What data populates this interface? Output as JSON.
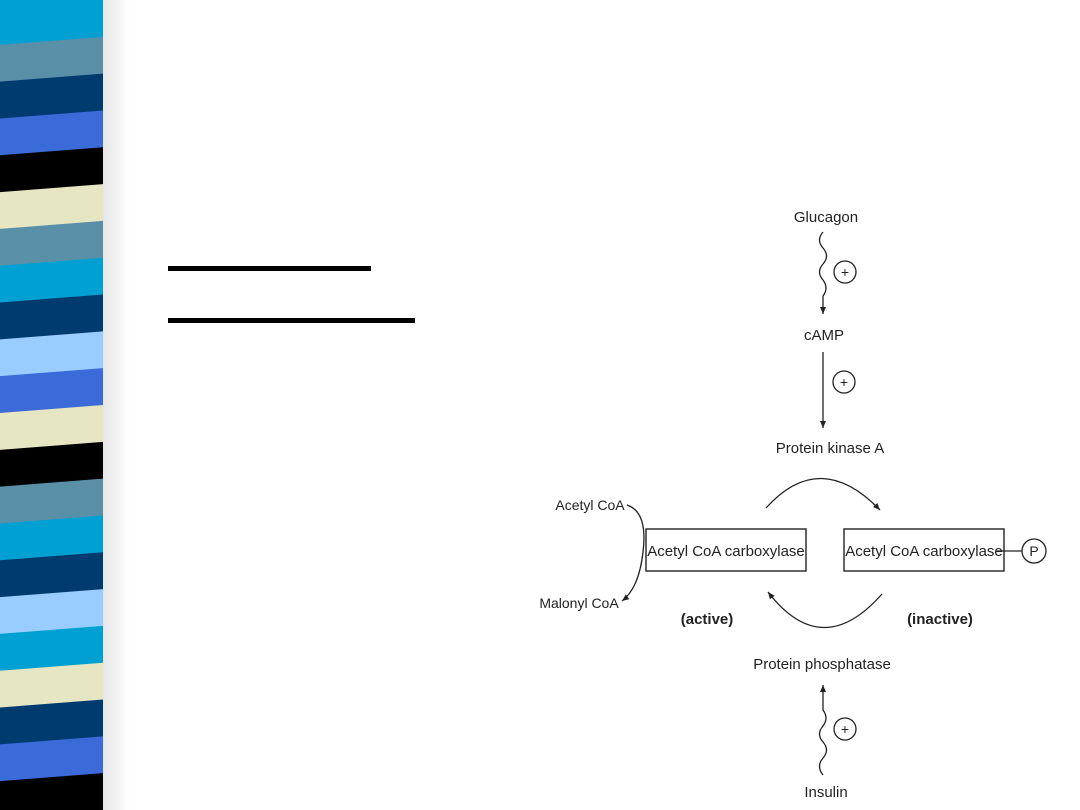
{
  "sidebar": {
    "stripes": [
      "#00a0d2",
      "#5a8fa8",
      "#003b6f",
      "#3a6bd9",
      "#000000",
      "#e6e6c2",
      "#5a8fa8",
      "#00a0d2",
      "#003b6f",
      "#99ccff",
      "#3a6bd9",
      "#e6e6c2",
      "#000000",
      "#5a8fa8",
      "#00a0d2",
      "#003b6f",
      "#99ccff",
      "#00a0d2",
      "#e6e6c2",
      "#003b6f",
      "#3a6bd9",
      "#000000"
    ]
  },
  "diagram": {
    "glucagon": "Glucagon",
    "camp": "cAMP",
    "protein_kinase_a": "Protein kinase A",
    "acetyl_coa": "Acetyl CoA",
    "malonyl_coa": "Malonyl CoA",
    "enzyme_active_box": "Acetyl CoA carboxylase",
    "enzyme_inactive_box": "Acetyl CoA carboxylase",
    "active_state": "(active)",
    "inactive_state": "(inactive)",
    "protein_phosphatase": "Protein phosphatase",
    "insulin": "Insulin",
    "phosphate": "P",
    "plus_sign": "+"
  }
}
